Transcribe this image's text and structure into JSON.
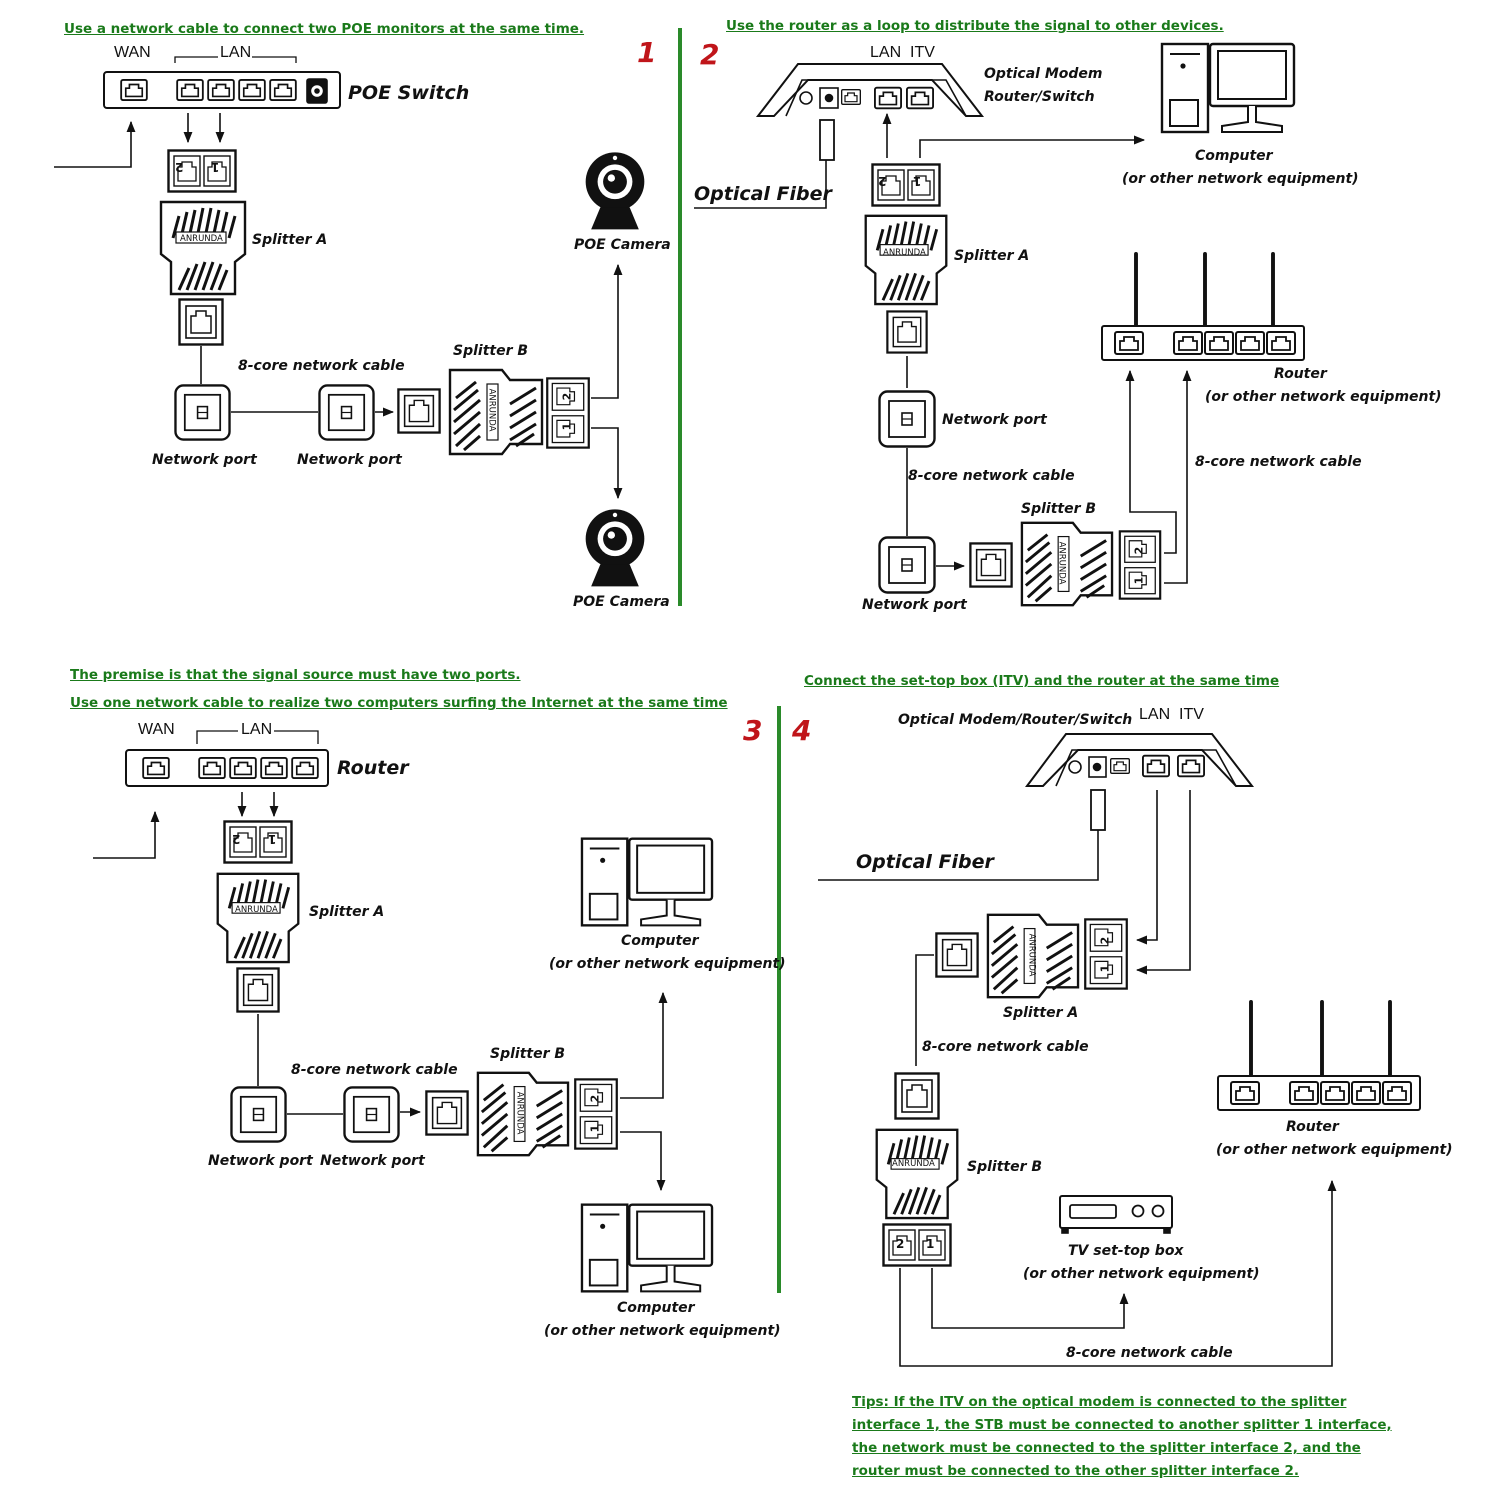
{
  "colors": {
    "heading": "#1a7a1a",
    "panel_number": "#c0151a",
    "divider": "#2a8a2a",
    "line": "#111111"
  },
  "panel1": {
    "heading": "Use a network cable to connect two POE monitors at the same time.",
    "number": "1",
    "wan": "WAN",
    "lan": "LAN",
    "switch_label": "POE Switch",
    "splitter_a": "Splitter A",
    "splitter_b": "Splitter B",
    "brand": "ANRUNDA",
    "cable": "8-core network cable",
    "port_left": "Network port",
    "port_right": "Network port",
    "camera_top": "POE Camera",
    "camera_bottom": "POE Camera",
    "socket_1": "1",
    "socket_2": "2"
  },
  "panel2": {
    "heading": "Use the router as a loop to distribute the signal to other devices.",
    "number": "2",
    "lan_itv": "LAN  ITV",
    "modem_label_1": "Optical Modem",
    "modem_label_2": "Router/Switch",
    "fiber": "Optical Fiber",
    "computer": "Computer",
    "computer_sub": "(or other network equipment)",
    "splitter_a": "Splitter A",
    "splitter_b": "Splitter B",
    "brand": "ANRUNDA",
    "port_top": "Network port",
    "port_bottom": "Network port",
    "cable_left": "8-core network cable",
    "cable_right": "8-core network cable",
    "router": "Router",
    "router_sub": "(or other network equipment)",
    "socket_1": "1",
    "socket_2": "2"
  },
  "panel3": {
    "heading_1": "The premise is that the signal source must have two ports.",
    "heading_2": "Use one network cable to realize two computers surfing the Internet at the same time",
    "number": "3",
    "wan": "WAN",
    "lan": "LAN",
    "router_label": "Router",
    "splitter_a": "Splitter A",
    "splitter_b": "Splitter B",
    "brand": "ANRUNDA",
    "cable": "8-core network cable",
    "port_left": "Network port",
    "port_right": "Network port",
    "computer_top": "Computer",
    "computer_top_sub": "(or other network equipment)",
    "computer_bottom": "Computer",
    "computer_bottom_sub": "(or other network equipment)",
    "socket_1": "1",
    "socket_2": "2"
  },
  "panel4": {
    "heading": "Connect the set-top box (ITV) and the router at the same time",
    "number": "4",
    "modem_label": "Optical Modem/Router/Switch",
    "lan_itv": "LAN  ITV",
    "fiber": "Optical Fiber",
    "splitter_a": "Splitter A",
    "splitter_b": "Splitter B",
    "brand": "ANRUNDA",
    "cable_mid": "8-core network cable",
    "cable_bottom": "8-core network cable",
    "router": "Router",
    "router_sub": "(or other network equipment)",
    "stb": "TV set-top box",
    "stb_sub": "(or other network equipment)",
    "socket_1": "1",
    "socket_2": "2",
    "tips": [
      "Tips: If the ITV on the optical modem is connected to the splitter",
      "interface 1, the STB must be connected to another splitter 1 interface,",
      "the network must be connected to the splitter interface 2, and the",
      "router must be connected to the other splitter interface 2."
    ]
  }
}
